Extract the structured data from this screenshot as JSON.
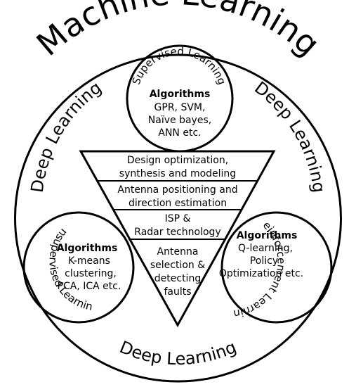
{
  "title": "Machine Learning",
  "deep_learning": {
    "left": "Deep Learning",
    "right": "Deep Learning",
    "bottom": "Deep Learning"
  },
  "supervised": {
    "label": "Supervised Learning",
    "algorithms_heading": "Algorithms",
    "algorithms": [
      "GPR, SVM,",
      "Naïve bayes,",
      "ANN etc."
    ]
  },
  "unsupervised": {
    "label": "Unsupervised Learning",
    "algorithms_heading": "Algorithms",
    "algorithms": [
      "K-means",
      "clustering,",
      "PCA, ICA etc."
    ]
  },
  "reinforcement": {
    "label": "Reinforcement Learning",
    "algorithms_heading": "Algorithms",
    "algorithms": [
      "Q-learning,",
      "Policy",
      "Optimization etc."
    ]
  },
  "applications": [
    [
      "Design optimization,",
      "synthesis and modeling"
    ],
    [
      "Antenna positioning and",
      "direction estimation"
    ],
    [
      "ISP &",
      "Radar technology"
    ],
    [
      "Antenna",
      "selection &",
      "detecting",
      "faults"
    ]
  ]
}
